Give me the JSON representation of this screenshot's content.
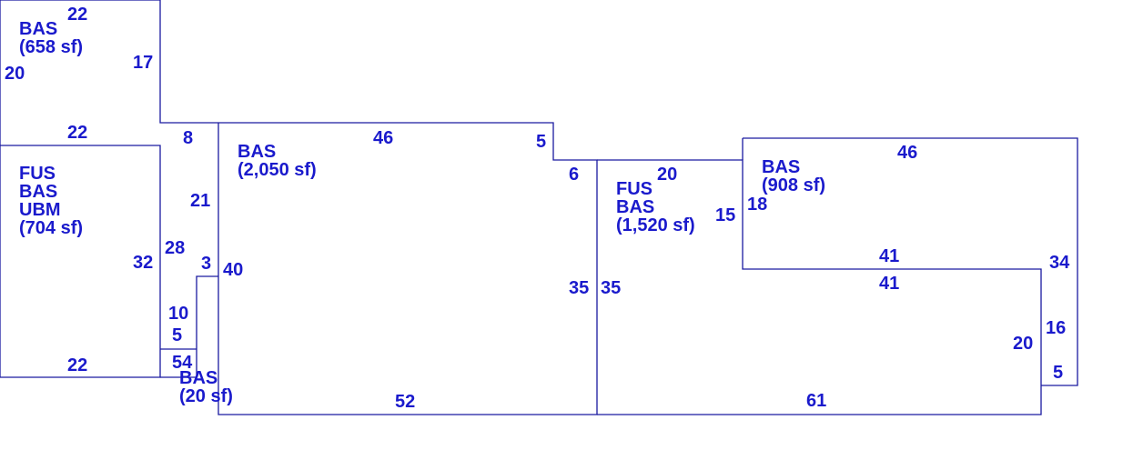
{
  "colors": {
    "line": "#1a1aa0",
    "text": "#1a1acc",
    "background": "#ffffff"
  },
  "areas": [
    {
      "id": "area-bas-658",
      "lines": [
        "BAS",
        "(658 sf)"
      ]
    },
    {
      "id": "area-fus-bas-ubm-704",
      "lines": [
        "FUS",
        "BAS",
        "UBM",
        "(704 sf)"
      ]
    },
    {
      "id": "area-bas-2050",
      "lines": [
        "BAS",
        "(2,050 sf)"
      ]
    },
    {
      "id": "area-fus-bas-1520",
      "lines": [
        "FUS",
        "BAS",
        "(1,520 sf)"
      ]
    },
    {
      "id": "area-bas-908",
      "lines": [
        "BAS",
        "(908 sf)"
      ]
    },
    {
      "id": "area-bas-20",
      "lines": [
        "BAS",
        "(20 sf)"
      ]
    }
  ],
  "dimensions": [
    {
      "id": "d1",
      "text": "22"
    },
    {
      "id": "d2",
      "text": "17"
    },
    {
      "id": "d3",
      "text": "20"
    },
    {
      "id": "d4",
      "text": "22"
    },
    {
      "id": "d5",
      "text": "8"
    },
    {
      "id": "d6",
      "text": "46"
    },
    {
      "id": "d7",
      "text": "5"
    },
    {
      "id": "d8",
      "text": "6"
    },
    {
      "id": "d9",
      "text": "20"
    },
    {
      "id": "d10",
      "text": "46"
    },
    {
      "id": "d11",
      "text": "21"
    },
    {
      "id": "d12",
      "text": "18"
    },
    {
      "id": "d13",
      "text": "15"
    },
    {
      "id": "d14",
      "text": "28"
    },
    {
      "id": "d15",
      "text": "32"
    },
    {
      "id": "d16",
      "text": "3"
    },
    {
      "id": "d17",
      "text": "40"
    },
    {
      "id": "d18",
      "text": "41"
    },
    {
      "id": "d19",
      "text": "34"
    },
    {
      "id": "d20",
      "text": "41"
    },
    {
      "id": "d21",
      "text": "35"
    },
    {
      "id": "d22",
      "text": "35"
    },
    {
      "id": "d23",
      "text": "10"
    },
    {
      "id": "d24",
      "text": "5"
    },
    {
      "id": "d25",
      "text": "16"
    },
    {
      "id": "d26",
      "text": "20"
    },
    {
      "id": "d27",
      "text": "22"
    },
    {
      "id": "d28",
      "text": "54"
    },
    {
      "id": "d29",
      "text": "5"
    },
    {
      "id": "d30",
      "text": "52"
    },
    {
      "id": "d31",
      "text": "61"
    }
  ]
}
